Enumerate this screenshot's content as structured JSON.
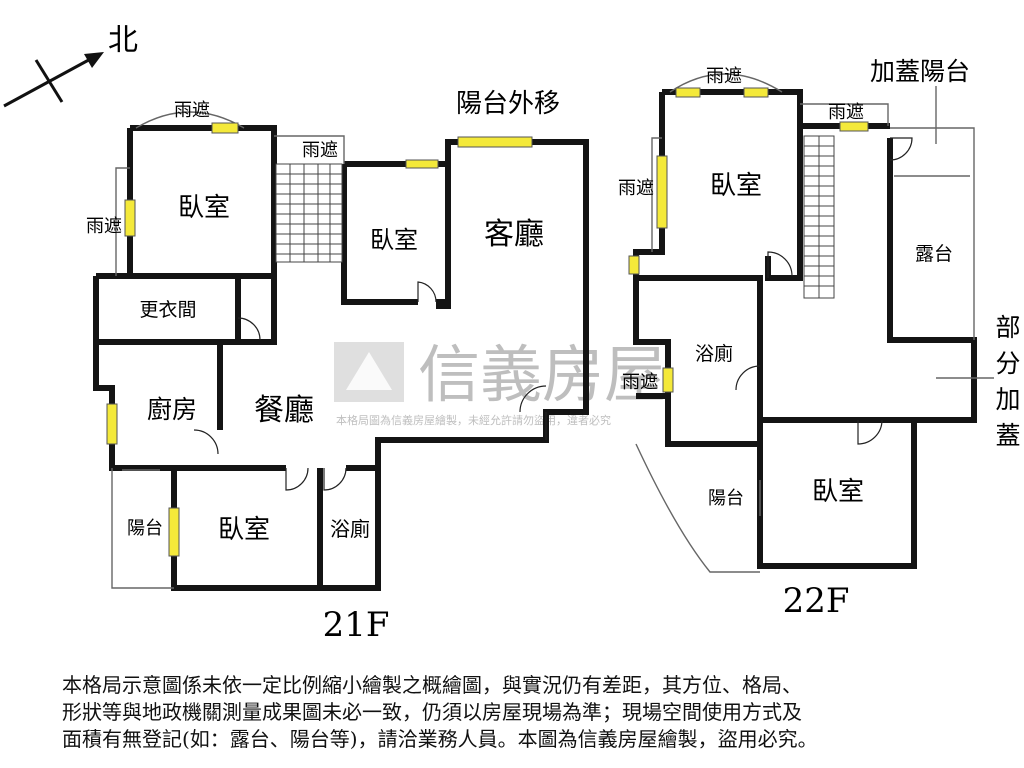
{
  "compass": {
    "label": "北"
  },
  "floors": [
    {
      "name": "21F"
    },
    {
      "name": "22F"
    }
  ],
  "rooms_21f": {
    "bedroom_top_left": "臥室",
    "bedroom_center": "臥室",
    "living_room": "客廳",
    "closet": "更衣間",
    "kitchen": "廚房",
    "dining_room": "餐廳",
    "bedroom_bottom": "臥室",
    "bathroom": "浴廁",
    "balcony": "陽台",
    "canopy_top_left": "雨遮",
    "canopy_left": "雨遮",
    "canopy_center": "雨遮",
    "balcony_moved_note": "陽台外移"
  },
  "rooms_22f": {
    "bedroom_top": "臥室",
    "bedroom_bottom": "臥室",
    "bathroom": "浴廁",
    "terrace": "露台",
    "balcony": "陽台",
    "canopy_top": "雨遮",
    "canopy_left": "雨遮",
    "canopy_right": "雨遮",
    "canopy_lower": "雨遮",
    "added_balcony_note": "加蓋陽台",
    "partial_addition_note": [
      "部",
      "分",
      "加",
      "蓋"
    ]
  },
  "watermark": {
    "brand": "信義房屋",
    "notice": "本格局圖為信義房屋繪製，未經允許請勿盜用，違者必究"
  },
  "disclaimer": "本格局示意圖係未依一定比例縮小繪製之概繪圖，與實況仍有差距，其方位、格局、\n形狀等與地政機關測量成果圖未必一致，仍須以房屋現場為準；現場空間使用方式及\n面積有無登記(如：露台、陽台等)，請洽業務人員。本圖為信義房屋繪製，盜用必究。"
}
